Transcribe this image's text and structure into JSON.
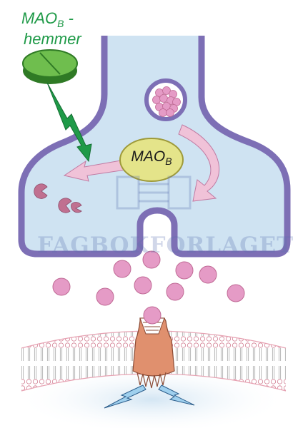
{
  "inhibitor_label": {
    "main": "MAO",
    "sub": "B",
    "suffix": " -",
    "line2": "hemmer"
  },
  "enzyme_label": {
    "main": "MAO",
    "sub": "B"
  },
  "watermark": "FAGBOKFORLAGET",
  "colors": {
    "terminal_fill": "#cfe3f2",
    "membrane": "#7d6fb5",
    "neurotransmitter": "#e59bc6",
    "pill_green": "#52a63d",
    "enzyme_yellow": "#e4e48a",
    "arrow_pink": "#f0c2d8",
    "receptor": "#e0906e",
    "lightning_green": "#1f9a48"
  }
}
